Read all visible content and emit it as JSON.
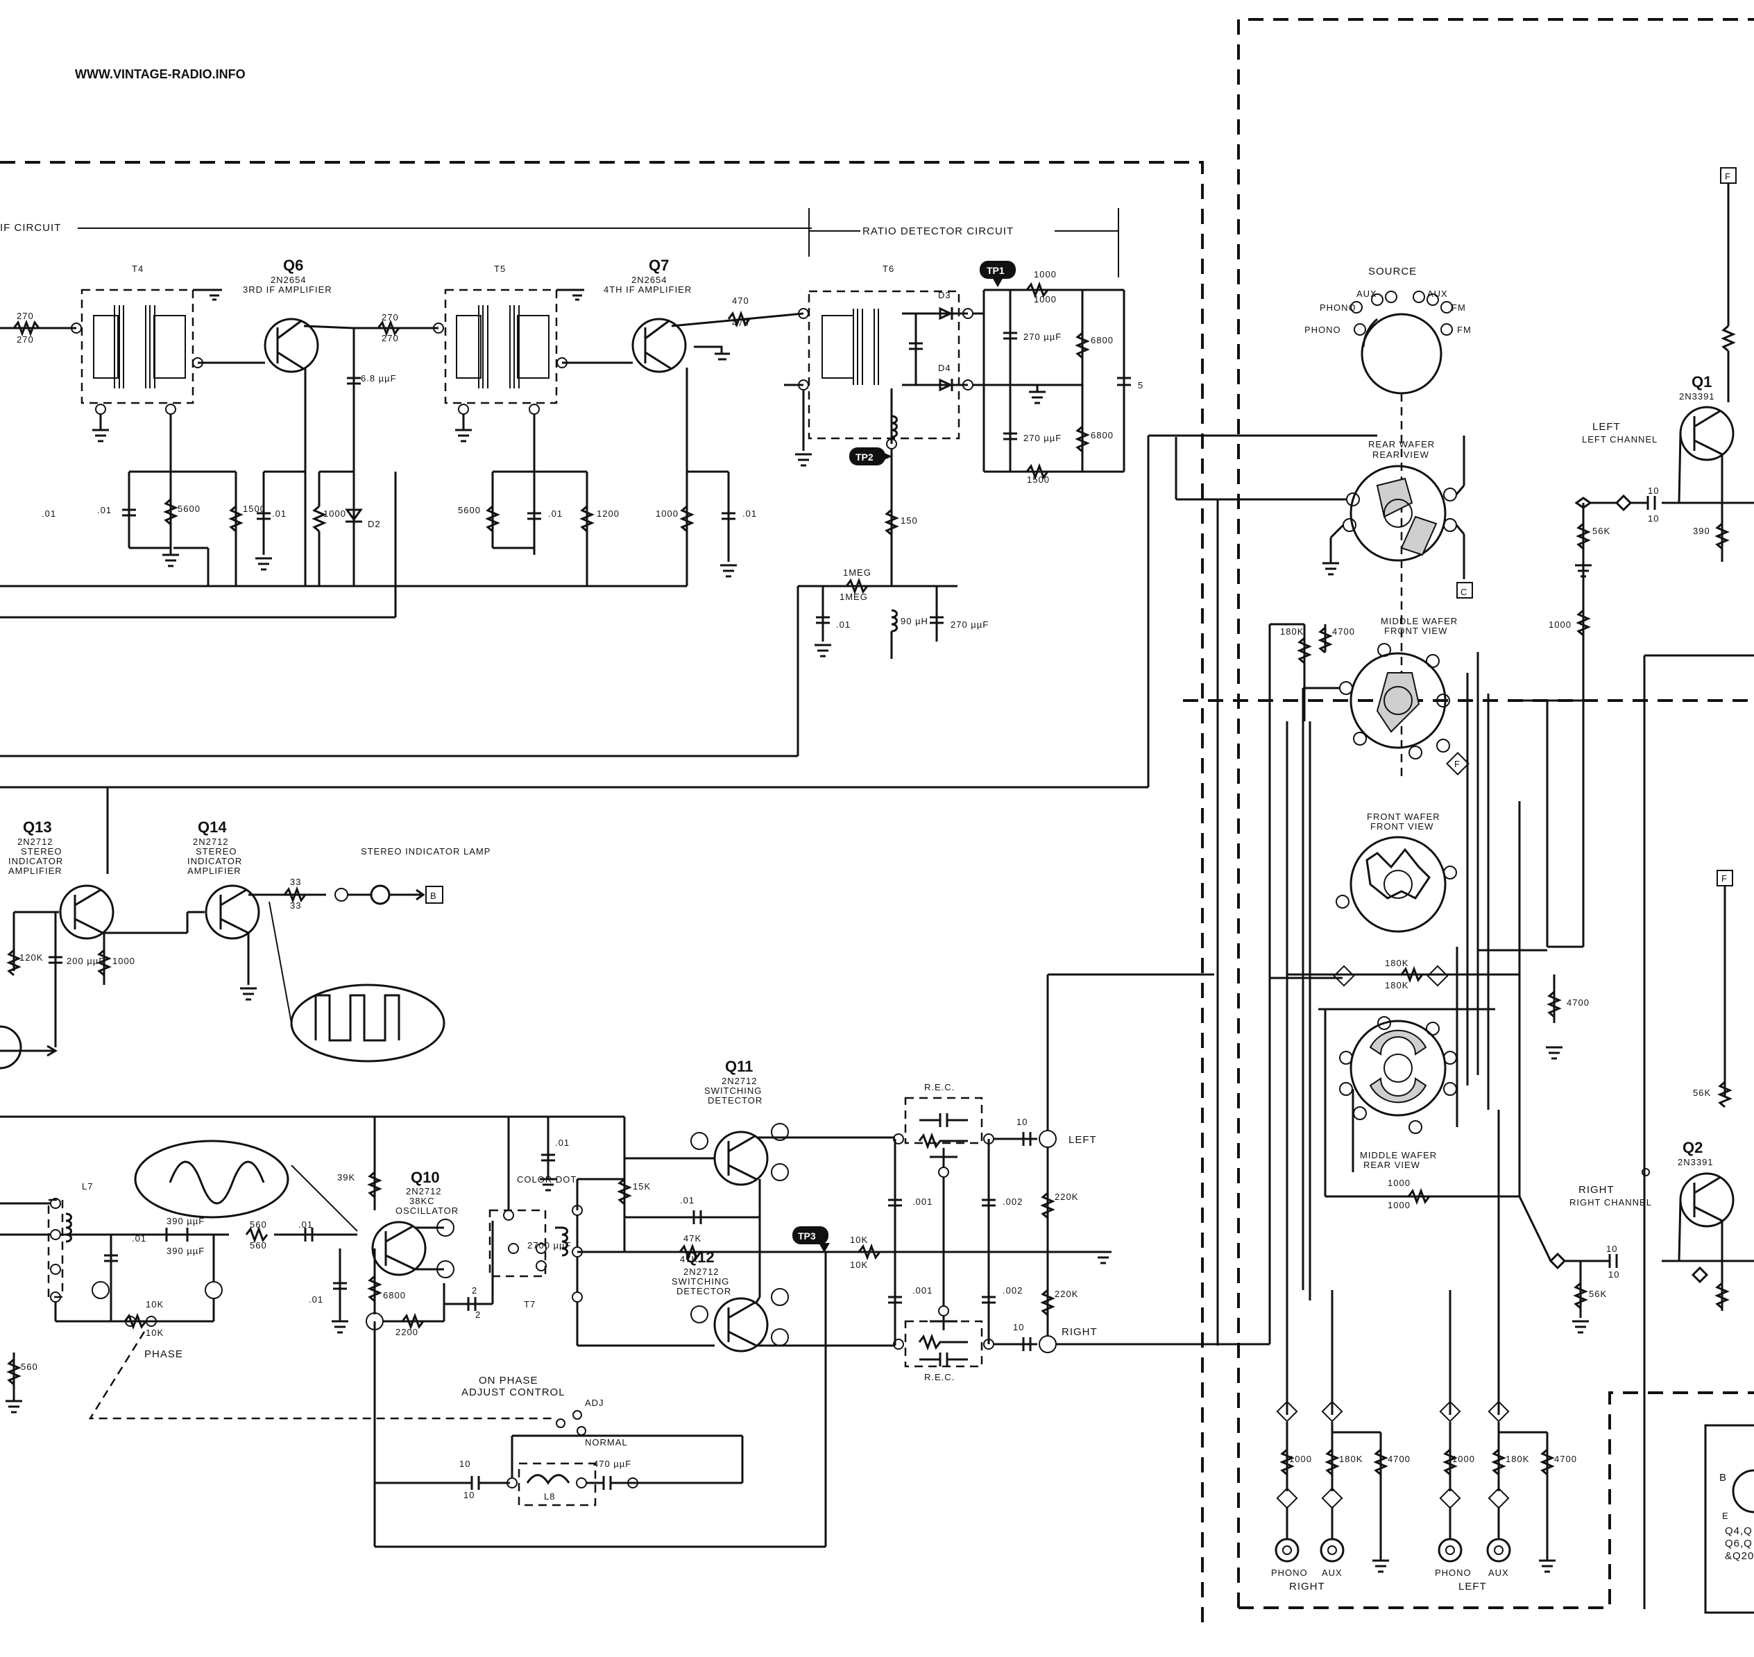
{
  "header": {
    "website": "WWW.VINTAGE-RADIO.INFO"
  },
  "sections": {
    "if_circuit": "IF CIRCUIT",
    "ratio_detector": "RATIO DETECTOR CIRCUIT"
  },
  "test_points": [
    "TP1",
    "TP2",
    "TP3"
  ],
  "transistors": [
    {
      "id": "Q6",
      "type": "2N2654",
      "func": "3RD IF AMPLIFIER"
    },
    {
      "id": "Q7",
      "type": "2N2654",
      "func": "4TH IF AMPLIFIER"
    },
    {
      "id": "Q13",
      "type": "2N2712",
      "func1": "STEREO",
      "func2": "INDICATOR",
      "func3": "AMPLIFIER"
    },
    {
      "id": "Q14",
      "type": "2N2712",
      "func1": "STEREO",
      "func2": "INDICATOR",
      "func3": "AMPLIFIER"
    },
    {
      "id": "Q10",
      "type": "2N2712",
      "func1": "38KC",
      "func2": "OSCILLATOR"
    },
    {
      "id": "Q11",
      "type": "2N2712",
      "func1": "SWITCHING",
      "func2": "DETECTOR"
    },
    {
      "id": "Q12",
      "type": "2N2712",
      "func1": "SWITCHING",
      "func2": "DETECTOR"
    },
    {
      "id": "Q1",
      "type": "2N3391",
      "func": "LEFT CHANNEL"
    },
    {
      "id": "Q2",
      "type": "2N3391",
      "func": "RIGHT CHANNEL"
    }
  ],
  "transformers": [
    "T4",
    "T5",
    "T6",
    "T7",
    "L7",
    "L8"
  ],
  "resistors": {
    "R18": "270",
    "R22": "270",
    "R26": "470",
    "R27": "1000",
    "R28": "6800",
    "R29": "6800",
    "R30": "1500",
    "R31": "150",
    "R32": "1MEG",
    "R19": "5600",
    "R20": "1500",
    "R21": "1000",
    "R23": "5600",
    "R24": "1200",
    "R25": "1000",
    "R33": "33",
    "R35": "120K",
    "R34": "1000",
    "R42": "560",
    "R43": "10K",
    "R44": "560",
    "R45": "39K",
    "R46": "6800",
    "R47": "2200",
    "R48": "15K",
    "R49": "47K",
    "R50": "10K",
    "R51": "220K",
    "R52": "220K",
    "R105": "180K",
    "R109a": "4700",
    "R106": "180K",
    "R110": "4700",
    "R180": "1000",
    "R111": "56K",
    "R112": "56K",
    "R115": "390",
    "R179": "1000",
    "R114": "56K",
    "R101": "1000",
    "R103": "180K",
    "R107": "4700",
    "R102": "1000",
    "R104": "180K",
    "R109b": "4700"
  },
  "capacitors": {
    "C27": ".01",
    "C28": ".01",
    "C29": ".01",
    "C30": "6.8 µµF",
    "C31": ".01",
    "C32": ".01",
    "C33": "270 µµF",
    "C34": "270 µµF",
    "C35": "5",
    "C37": ".01",
    "C36": "270 µµF",
    "C38": "200 µµF",
    "C44": ".01",
    "C45": "390 µµF",
    "C46": ".01",
    "C47": ".01",
    "C48": "2",
    "C49": "2700 µµF",
    "C50": ".01",
    "C51": ".01",
    "C55": ".001",
    "C54": ".001",
    "C57": ".002",
    "C58": ".002",
    "C56": "10",
    "C59": "10",
    "C52": "10",
    "C53": "470 µµF",
    "C101": "10",
    "C102": "10"
  },
  "misc": {
    "l5": "90 µH",
    "d2": "D2",
    "d3": "D3",
    "d4": "D4",
    "stereo_lamp": "STEREO INDICATOR LAMP",
    "color_dot": "COLOR DOT",
    "phase": "PHASE",
    "on_phase": "ON PHASE",
    "adjust_control": "ADJUST CONTROL",
    "adj": "ADJ",
    "normal": "NORMAL",
    "rec": "R.E.C.",
    "left": "LEFT",
    "right": "RIGHT"
  },
  "source_switch": {
    "title": "SOURCE",
    "positions": [
      "AUX",
      "PHONO",
      "AUX",
      "FM",
      "PHONO",
      "FM"
    ],
    "wafers": [
      "REAR WAFER",
      "REAR VIEW",
      "MIDDLE WAFER",
      "FRONT VIEW",
      "FRONT WAFER",
      "FRONT VIEW",
      "MIDDLE WAFER",
      "REAR VIEW"
    ]
  },
  "inputs": {
    "phono": "PHONO",
    "aux": "AUX",
    "right": "RIGHT",
    "left": "LEFT"
  },
  "legend": {
    "pins": "B",
    "e": "E",
    "line1": "Q4,Q",
    "line2": "Q6,Q",
    "line3": "&Q20"
  },
  "connectors": [
    "F",
    "C",
    "B",
    "F"
  ]
}
